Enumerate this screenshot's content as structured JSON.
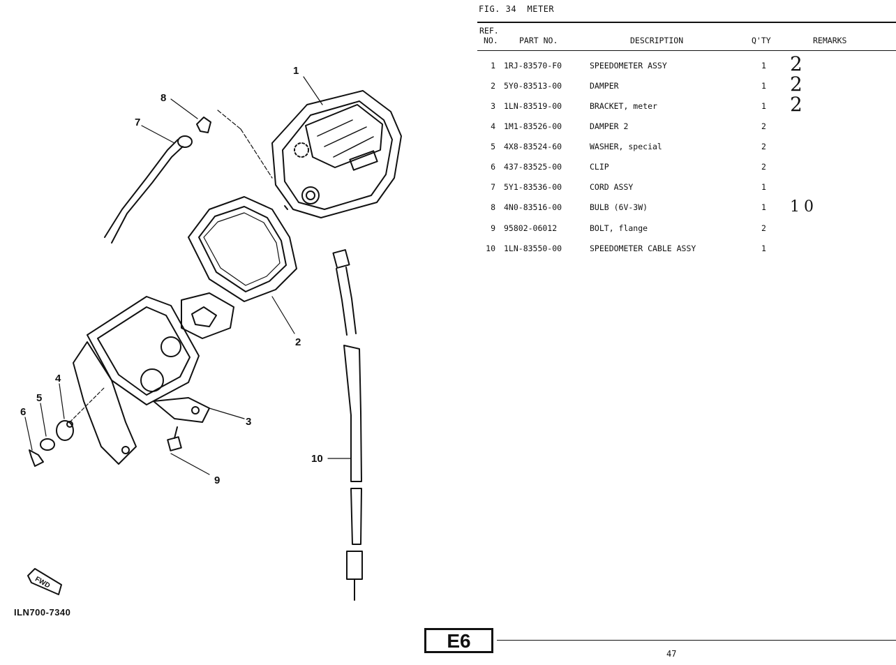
{
  "figure": {
    "number": "FIG. 34",
    "title": "METER"
  },
  "columns": {
    "ref_no_line1": "REF.",
    "ref_no_line2": "NO.",
    "part_no": "PART NO.",
    "description": "DESCRIPTION",
    "qty": "Q'TY",
    "remarks": "REMARKS"
  },
  "parts": [
    {
      "ref": "1",
      "part_no": "1RJ-83570-F0",
      "description": "SPEEDOMETER ASSY",
      "qty": "1",
      "remarks": "2"
    },
    {
      "ref": "2",
      "part_no": "5Y0-83513-00",
      "description": "DAMPER",
      "qty": "1",
      "remarks": "2"
    },
    {
      "ref": "3",
      "part_no": "1LN-83519-00",
      "description": "BRACKET, meter",
      "qty": "1",
      "remarks": "2"
    },
    {
      "ref": "4",
      "part_no": "1M1-83526-00",
      "description": "DAMPER 2",
      "qty": "2",
      "remarks": ""
    },
    {
      "ref": "5",
      "part_no": "4X8-83524-60",
      "description": "WASHER, special",
      "qty": "2",
      "remarks": ""
    },
    {
      "ref": "6",
      "part_no": "437-83525-00",
      "description": "CLIP",
      "qty": "2",
      "remarks": ""
    },
    {
      "ref": "7",
      "part_no": "5Y1-83536-00",
      "description": "CORD ASSY",
      "qty": "1",
      "remarks": ""
    },
    {
      "ref": "8",
      "part_no": "4N0-83516-00",
      "description": "BULB (6V-3W)",
      "qty": "1",
      "remarks": "10"
    },
    {
      "ref": "9",
      "part_no": "95802-06012",
      "description": "BOLT, flange",
      "qty": "2",
      "remarks": ""
    },
    {
      "ref": "10",
      "part_no": "1LN-83550-00",
      "description": "SPEEDOMETER CABLE ASSY",
      "qty": "1",
      "remarks": ""
    }
  ],
  "diagram": {
    "callouts": [
      "1",
      "2",
      "3",
      "4",
      "5",
      "6",
      "7",
      "8",
      "9",
      "10"
    ],
    "fwd_label": "FWD",
    "drawing_number": "ILN700-7340"
  },
  "section_code": "E6",
  "page_number": "47"
}
